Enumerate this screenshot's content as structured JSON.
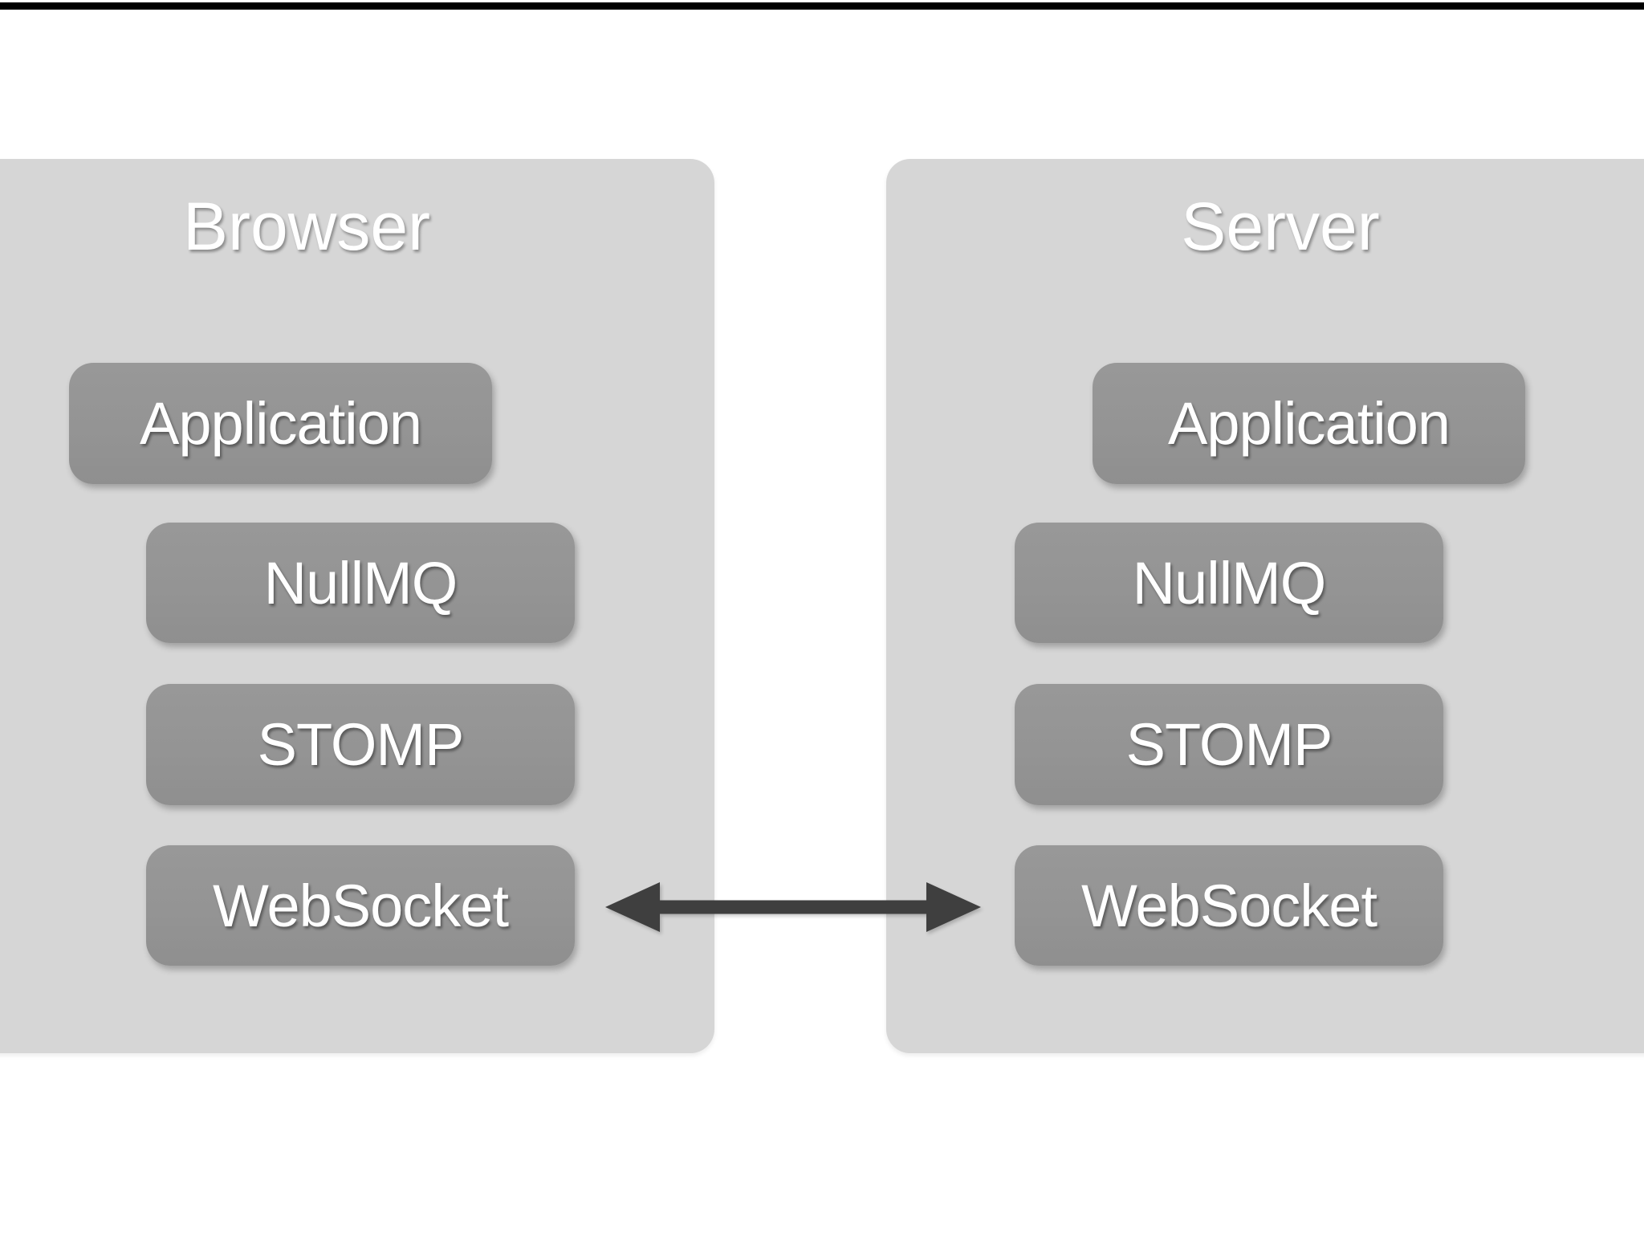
{
  "page": {
    "background": "#ffffff",
    "top_bar_color": "#000000"
  },
  "diagram": {
    "panel_fill": "#d6d6d6",
    "layer_fill": "#949494",
    "label_color": "#ffffff",
    "arrow": {
      "icon_name": "double-headed-arrow-icon",
      "color": "#3f3f3f",
      "connects": "WebSocket to WebSocket"
    },
    "panels": [
      {
        "title": "Browser",
        "layers": [
          "Application",
          "NullMQ",
          "STOMP",
          "WebSocket"
        ]
      },
      {
        "title": "Server",
        "layers": [
          "Application",
          "NullMQ",
          "STOMP",
          "WebSocket"
        ]
      }
    ]
  }
}
